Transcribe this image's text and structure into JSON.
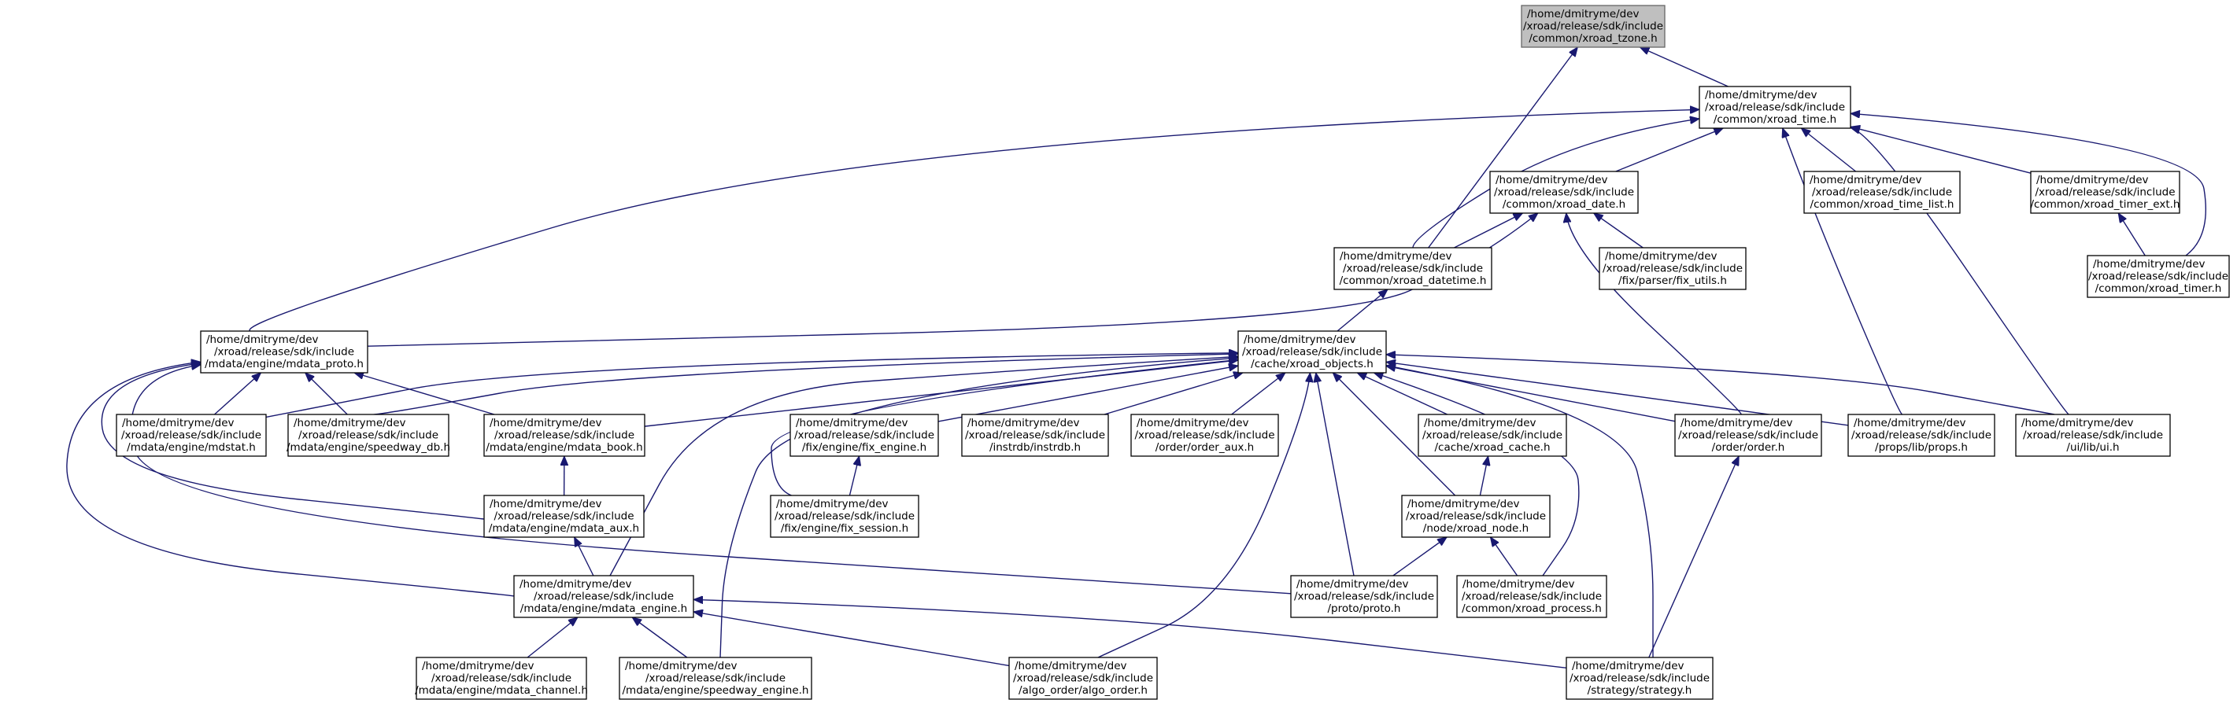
{
  "colors": {
    "edge": "#191970",
    "node_border": "#000000",
    "root_fill": "#bfbfbf",
    "node_fill": "#ffffff"
  },
  "nodes": [
    {
      "id": "tzone",
      "lines": [
        "/home/dmitryme/dev",
        "/xroad/release/sdk/include",
        "/common/xroad_tzone.h"
      ],
      "root": true
    },
    {
      "id": "time",
      "lines": [
        "/home/dmitryme/dev",
        "/xroad/release/sdk/include",
        "/common/xroad_time.h"
      ]
    },
    {
      "id": "date",
      "lines": [
        "/home/dmitryme/dev",
        "/xroad/release/sdk/include",
        "/common/xroad_date.h"
      ]
    },
    {
      "id": "time_list",
      "lines": [
        "/home/dmitryme/dev",
        "/xroad/release/sdk/include",
        "/common/xroad_time_list.h"
      ]
    },
    {
      "id": "timer_ext",
      "lines": [
        "/home/dmitryme/dev",
        "/xroad/release/sdk/include",
        "/common/xroad_timer_ext.h"
      ]
    },
    {
      "id": "datetime",
      "lines": [
        "/home/dmitryme/dev",
        "/xroad/release/sdk/include",
        "/common/xroad_datetime.h"
      ]
    },
    {
      "id": "fix_utils",
      "lines": [
        "/home/dmitryme/dev",
        "/xroad/release/sdk/include",
        "/fix/parser/fix_utils.h"
      ]
    },
    {
      "id": "timer",
      "lines": [
        "/home/dmitryme/dev",
        "/xroad/release/sdk/include",
        "/common/xroad_timer.h"
      ]
    },
    {
      "id": "mdata_proto",
      "lines": [
        "/home/dmitryme/dev",
        "/xroad/release/sdk/include",
        "/mdata/engine/mdata_proto.h"
      ]
    },
    {
      "id": "objects",
      "lines": [
        "/home/dmitryme/dev",
        "/xroad/release/sdk/include",
        "/cache/xroad_objects.h"
      ]
    },
    {
      "id": "mdstat",
      "lines": [
        "/home/dmitryme/dev",
        "/xroad/release/sdk/include",
        "/mdata/engine/mdstat.h"
      ]
    },
    {
      "id": "speedway_db",
      "lines": [
        "/home/dmitryme/dev",
        "/xroad/release/sdk/include",
        "/mdata/engine/speedway_db.h"
      ]
    },
    {
      "id": "mdata_book",
      "lines": [
        "/home/dmitryme/dev",
        "/xroad/release/sdk/include",
        "/mdata/engine/mdata_book.h"
      ]
    },
    {
      "id": "fix_engine",
      "lines": [
        "/home/dmitryme/dev",
        "/xroad/release/sdk/include",
        "/fix/engine/fix_engine.h"
      ]
    },
    {
      "id": "instrdb",
      "lines": [
        "/home/dmitryme/dev",
        "/xroad/release/sdk/include",
        "/instrdb/instrdb.h"
      ]
    },
    {
      "id": "order_aux",
      "lines": [
        "/home/dmitryme/dev",
        "/xroad/release/sdk/include",
        "/order/order_aux.h"
      ]
    },
    {
      "id": "xroad_cache",
      "lines": [
        "/home/dmitryme/dev",
        "/xroad/release/sdk/include",
        "/cache/xroad_cache.h"
      ]
    },
    {
      "id": "order",
      "lines": [
        "/home/dmitryme/dev",
        "/xroad/release/sdk/include",
        "/order/order.h"
      ]
    },
    {
      "id": "props",
      "lines": [
        "/home/dmitryme/dev",
        "/xroad/release/sdk/include",
        "/props/lib/props.h"
      ]
    },
    {
      "id": "ui",
      "lines": [
        "/home/dmitryme/dev",
        "/xroad/release/sdk/include",
        "/ui/lib/ui.h"
      ]
    },
    {
      "id": "mdata_aux",
      "lines": [
        "/home/dmitryme/dev",
        "/xroad/release/sdk/include",
        "/mdata/engine/mdata_aux.h"
      ]
    },
    {
      "id": "fix_session",
      "lines": [
        "/home/dmitryme/dev",
        "/xroad/release/sdk/include",
        "/fix/engine/fix_session.h"
      ]
    },
    {
      "id": "xroad_node",
      "lines": [
        "/home/dmitryme/dev",
        "/xroad/release/sdk/include",
        "/node/xroad_node.h"
      ]
    },
    {
      "id": "mdata_engine",
      "lines": [
        "/home/dmitryme/dev",
        "/xroad/release/sdk/include",
        "/mdata/engine/mdata_engine.h"
      ]
    },
    {
      "id": "proto",
      "lines": [
        "/home/dmitryme/dev",
        "/xroad/release/sdk/include",
        "/proto/proto.h"
      ]
    },
    {
      "id": "xroad_process",
      "lines": [
        "/home/dmitryme/dev",
        "/xroad/release/sdk/include",
        "/common/xroad_process.h"
      ]
    },
    {
      "id": "mdata_channel",
      "lines": [
        "/home/dmitryme/dev",
        "/xroad/release/sdk/include",
        "/mdata/engine/mdata_channel.h"
      ]
    },
    {
      "id": "speedway_engine",
      "lines": [
        "/home/dmitryme/dev",
        "/xroad/release/sdk/include",
        "/mdata/engine/speedway_engine.h"
      ]
    },
    {
      "id": "algo_order",
      "lines": [
        "/home/dmitryme/dev",
        "/xroad/release/sdk/include",
        "/algo_order/algo_order.h"
      ]
    },
    {
      "id": "strategy",
      "lines": [
        "/home/dmitryme/dev",
        "/xroad/release/sdk/include",
        "/strategy/strategy.h"
      ]
    }
  ],
  "edges": [
    {
      "from": "tzone",
      "to": "time"
    },
    {
      "from": "tzone",
      "to": "datetime"
    },
    {
      "from": "time",
      "to": "date"
    },
    {
      "from": "time",
      "to": "time_list"
    },
    {
      "from": "time",
      "to": "timer_ext"
    },
    {
      "from": "time",
      "to": "timer"
    },
    {
      "from": "time",
      "to": "datetime"
    },
    {
      "from": "time",
      "to": "mdata_proto"
    },
    {
      "from": "time",
      "to": "props"
    },
    {
      "from": "time",
      "to": "ui"
    },
    {
      "from": "timer_ext",
      "to": "timer"
    },
    {
      "from": "date",
      "to": "datetime"
    },
    {
      "from": "date",
      "to": "fix_utils"
    },
    {
      "from": "date",
      "to": "mdata_proto"
    },
    {
      "from": "date",
      "to": "order"
    },
    {
      "from": "datetime",
      "to": "objects"
    },
    {
      "from": "mdata_proto",
      "to": "mdstat"
    },
    {
      "from": "mdata_proto",
      "to": "speedway_db"
    },
    {
      "from": "mdata_proto",
      "to": "mdata_book"
    },
    {
      "from": "mdata_proto",
      "to": "mdata_aux"
    },
    {
      "from": "mdata_proto",
      "to": "mdata_engine"
    },
    {
      "from": "mdata_proto",
      "to": "proto"
    },
    {
      "from": "objects",
      "to": "mdstat"
    },
    {
      "from": "objects",
      "to": "speedway_db"
    },
    {
      "from": "objects",
      "to": "mdata_book"
    },
    {
      "from": "objects",
      "to": "fix_engine"
    },
    {
      "from": "objects",
      "to": "fix_session"
    },
    {
      "from": "objects",
      "to": "instrdb"
    },
    {
      "from": "objects",
      "to": "order_aux"
    },
    {
      "from": "objects",
      "to": "xroad_cache"
    },
    {
      "from": "objects",
      "to": "order"
    },
    {
      "from": "objects",
      "to": "props"
    },
    {
      "from": "objects",
      "to": "ui"
    },
    {
      "from": "objects",
      "to": "mdata_engine"
    },
    {
      "from": "objects",
      "to": "speedway_engine"
    },
    {
      "from": "objects",
      "to": "algo_order"
    },
    {
      "from": "objects",
      "to": "proto"
    },
    {
      "from": "objects",
      "to": "xroad_node"
    },
    {
      "from": "objects",
      "to": "xroad_process"
    },
    {
      "from": "objects",
      "to": "strategy"
    },
    {
      "from": "mdata_book",
      "to": "mdata_aux"
    },
    {
      "from": "fix_engine",
      "to": "fix_session"
    },
    {
      "from": "xroad_cache",
      "to": "xroad_node"
    },
    {
      "from": "xroad_node",
      "to": "proto"
    },
    {
      "from": "xroad_node",
      "to": "xroad_process"
    },
    {
      "from": "mdata_aux",
      "to": "mdata_engine"
    },
    {
      "from": "mdata_engine",
      "to": "mdata_channel"
    },
    {
      "from": "mdata_engine",
      "to": "speedway_engine"
    },
    {
      "from": "mdata_engine",
      "to": "algo_order"
    },
    {
      "from": "mdata_engine",
      "to": "strategy"
    },
    {
      "from": "order",
      "to": "strategy"
    }
  ]
}
